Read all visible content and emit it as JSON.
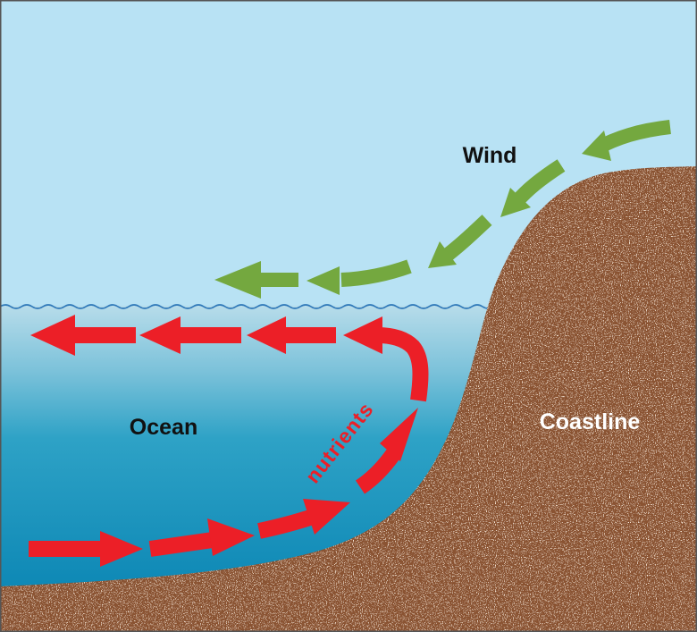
{
  "labels": {
    "wind": "Wind",
    "ocean": "Ocean",
    "coastline": "Coastline",
    "nutrients": "nutrients"
  },
  "colors": {
    "sky": "#b8e2f4",
    "water_top": "#b7dcea",
    "water_mid": "#2ea2c6",
    "water_deep": "#0b86b4",
    "land": "#8a5232",
    "wind_arrow": "#74a83f",
    "current_arrow": "#ec1f27",
    "frame": "#555555"
  },
  "icons": {
    "wind_arrows": "green-curved-dashed-arrow-left",
    "current_arrows": "red-upwelling-arrow-loop"
  }
}
